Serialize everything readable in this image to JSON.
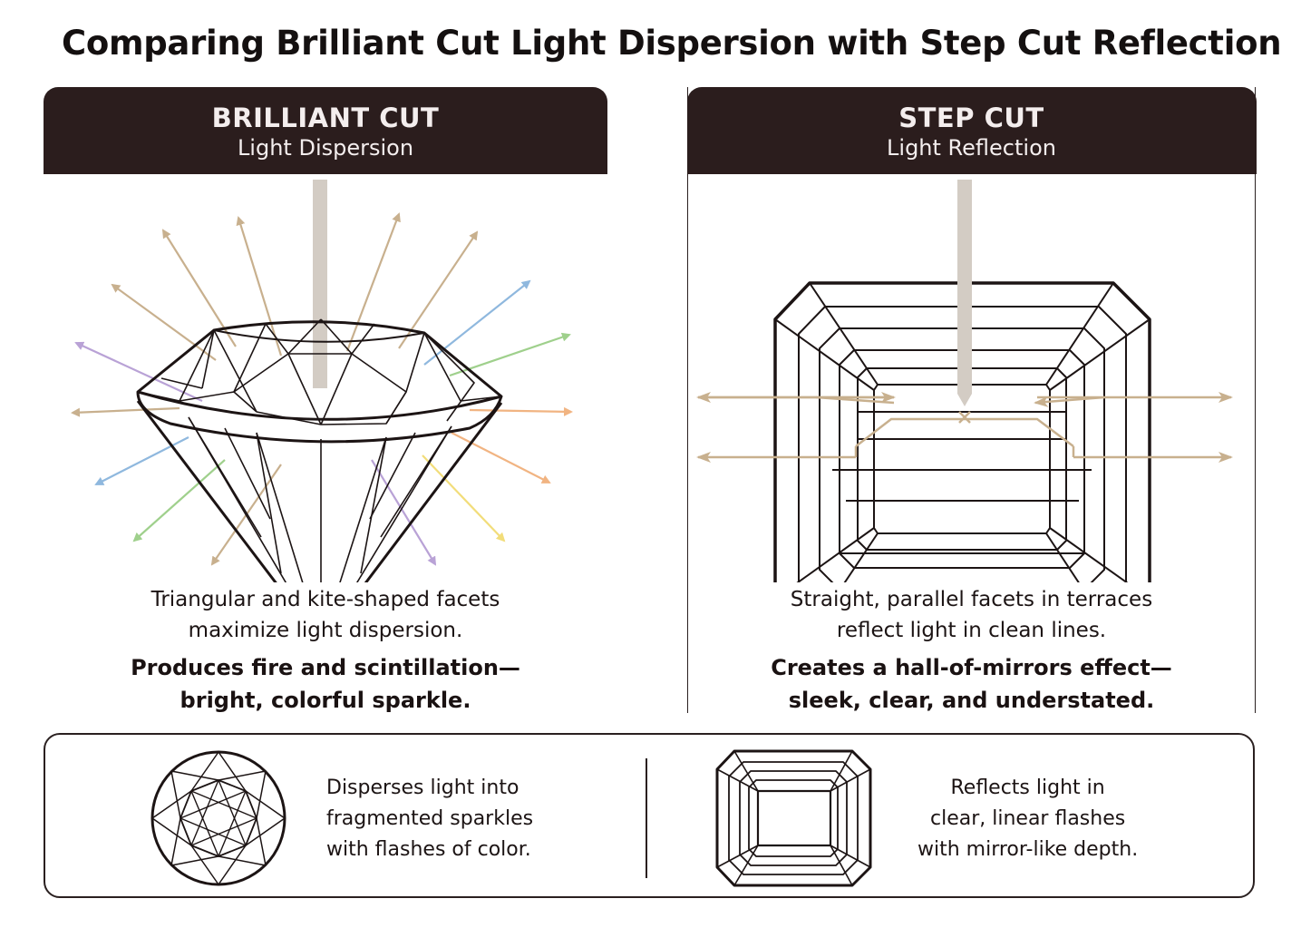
{
  "title": "Comparing Brilliant Cut Light Dispersion with Step Cut Reflection",
  "brilliant": {
    "heading": "BRILLIANT CUT",
    "subheading": "Light Dispersion",
    "description": [
      "Triangular and kite-shaped facets",
      "maximize light dispersion."
    ],
    "emphasis": [
      "Produces fire and scintillation—",
      "bright, colorful sparkle."
    ]
  },
  "step": {
    "heading": "STEP CUT",
    "subheading": "Light Reflection",
    "description": [
      "Straight, parallel facets in terraces",
      "reflect light in clean lines."
    ],
    "emphasis": [
      "Creates a hall-of-mirrors effect—",
      "sleek, clear, and understated."
    ]
  },
  "summary": {
    "brilliant_text": [
      "Disperses light into",
      "fragmented sparkles",
      "with flashes of color."
    ],
    "step_text": [
      "Reflects light in",
      "clear, linear flashes",
      "with mirror-like depth."
    ]
  },
  "colors": {
    "header_bg": "#2b1d1d",
    "outline": "#1c1414",
    "light_beam": "#d3ccc4",
    "ray_tan": "#c8b08e",
    "ray_blue": "#8fb8de",
    "ray_green": "#9fd08c",
    "ray_purple": "#b9a2d6",
    "ray_orange": "#f1b482",
    "ray_yellow": "#f2dd7a"
  },
  "icons": {
    "brilliant_diagram": "round-brilliant-diamond-side-icon",
    "step_diagram": "emerald-step-cut-top-icon",
    "brilliant_summary": "round-brilliant-top-icon",
    "step_summary": "emerald-cut-top-icon"
  }
}
